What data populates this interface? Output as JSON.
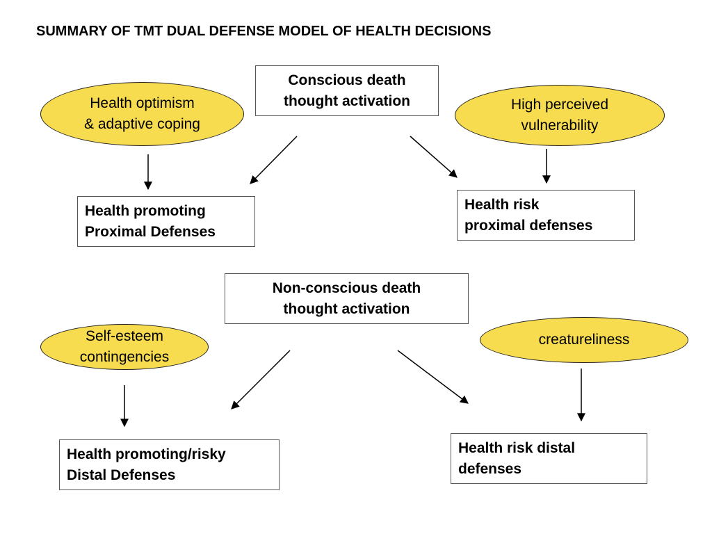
{
  "title": "SUMMARY OF TMT DUAL DEFENSE MODEL OF HEALTH DECISIONS",
  "colors": {
    "ellipse_fill": "#f7dc4f",
    "box_border": "#555555",
    "arrow": "#000000"
  },
  "conscious": {
    "trigger": [
      "Conscious death",
      "thought activation"
    ],
    "left_moderator": [
      "Health optimism",
      "& adaptive coping"
    ],
    "right_moderator": [
      "High perceived",
      "vulnerability"
    ],
    "left_outcome": [
      "Health promoting",
      "Proximal Defenses"
    ],
    "right_outcome": [
      "Health risk",
      "proximal defenses"
    ]
  },
  "nonconscious": {
    "trigger": [
      "Non-conscious death",
      "thought activation"
    ],
    "left_moderator": [
      "Self-esteem",
      "contingencies"
    ],
    "right_moderator": [
      "creatureliness"
    ],
    "left_outcome": [
      "Health promoting/risky",
      "Distal Defenses"
    ],
    "right_outcome": [
      "Health risk distal",
      "defenses"
    ]
  }
}
